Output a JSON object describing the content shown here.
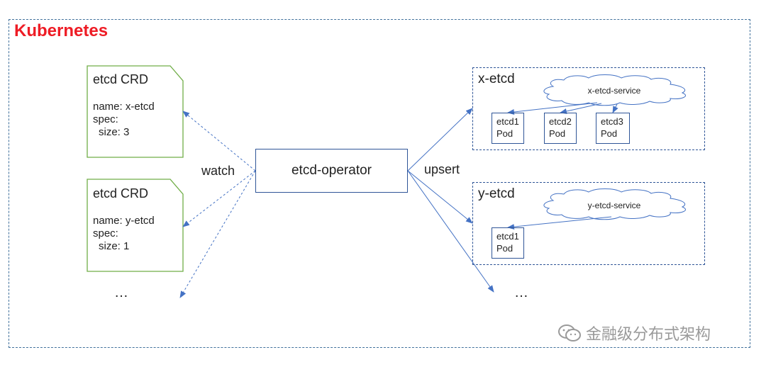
{
  "frame": {
    "title": "Kubernetes"
  },
  "crds": [
    {
      "title": "etcd CRD",
      "name_line": "name: x-etcd",
      "spec_line": "spec:",
      "size_line": "size: 3"
    },
    {
      "title": "etcd CRD",
      "name_line": "name: y-etcd",
      "spec_line": "spec:",
      "size_line": "size: 1"
    }
  ],
  "crd_more": "…",
  "edge_labels": {
    "watch": "watch",
    "upsert": "upsert"
  },
  "operator": {
    "label": "etcd-operator"
  },
  "clusters": [
    {
      "title": "x-etcd",
      "service": "x-etcd-service",
      "pods": [
        {
          "name": "etcd1",
          "kind": "Pod"
        },
        {
          "name": "etcd2",
          "kind": "Pod"
        },
        {
          "name": "etcd3",
          "kind": "Pod"
        }
      ]
    },
    {
      "title": "y-etcd",
      "service": "y-etcd-service",
      "pods": [
        {
          "name": "etcd1",
          "kind": "Pod"
        }
      ]
    }
  ],
  "cluster_more": "…",
  "watermark": {
    "text": "金融级分布式架构"
  },
  "colors": {
    "crd_border": "#70ad47",
    "frame_border": "#41719c",
    "line": "#4472c4",
    "title_red": "#ee1c25"
  }
}
